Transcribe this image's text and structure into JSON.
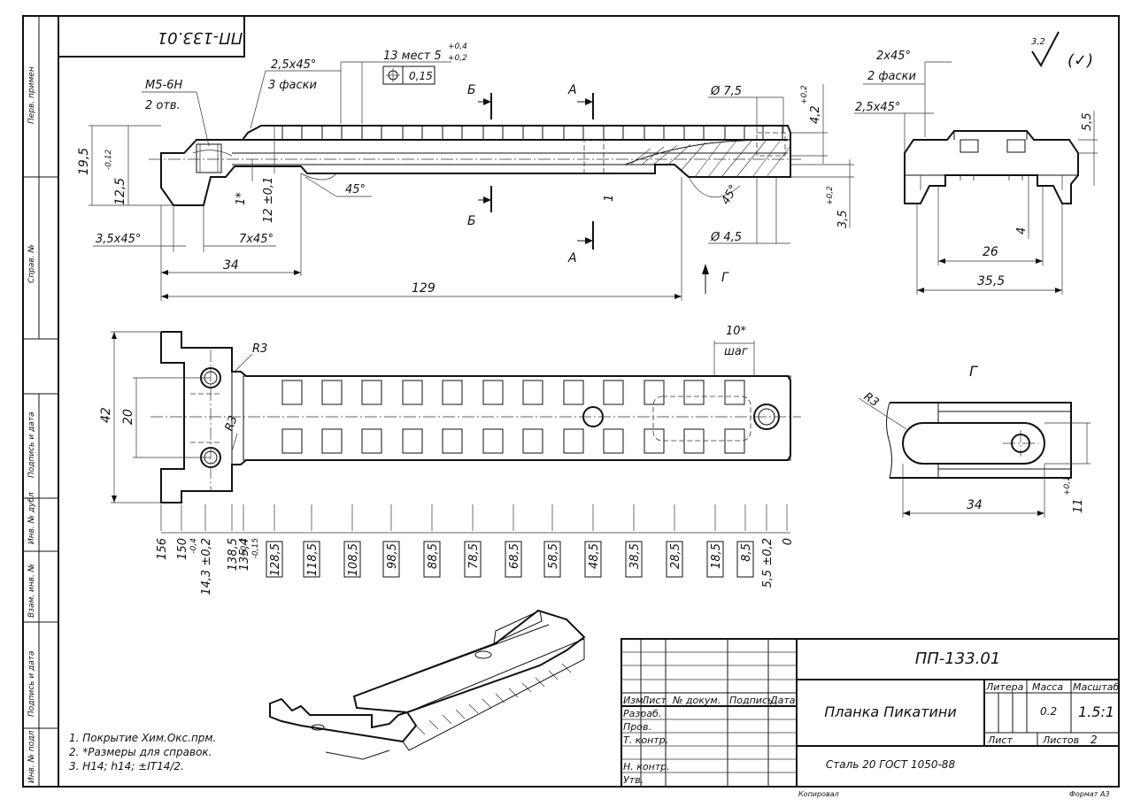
{
  "stamp_top": "ПП-133.01",
  "roughness": {
    "value": "3,2",
    "mark": "(✓)"
  },
  "side_strips": [
    "Перв. примен",
    "Справ. №",
    "Подпись и дата",
    "Инв. № дубл",
    "Взам. инв. №",
    "Подпись и дата",
    "Инв. № подл"
  ],
  "front_view": {
    "thread": "М5-6H",
    "thread_count": "2 отв.",
    "chamfer_a": "2,5x45°",
    "chamfer_a_count": "3 фаски",
    "places": "13 мест 5",
    "places_tol_up": "+0,4",
    "places_tol_dn": "+0,2",
    "position_tol": "0,15",
    "section_b": "Б",
    "section_a": "А",
    "d75": "Ø 7,5",
    "d45": "Ø 4,5",
    "dim_42": "4,2",
    "dim_42_tol": "+0,2",
    "dim_35": "3,5",
    "dim_35_tol": "+0,2",
    "dim_195": "19,5",
    "dim_125": "12,5",
    "dim_125_tol": "-0,12",
    "dim_1star": "1*",
    "dim_12": "12 ±0,1",
    "angle_45a": "45°",
    "angle_45b": "45°",
    "dim_1": "1",
    "ch_35": "3,5x45°",
    "ch_7": "7x45°",
    "dim_34": "34",
    "dim_129": "129",
    "view_g": "Г"
  },
  "side_view": {
    "ch_2x45": "2x45°",
    "ch_2x45_count": "2 фаски",
    "ch_25": "2,5x45°",
    "dim_55": "5,5",
    "dim_4": "4",
    "dim_26": "26",
    "dim_355": "35,5"
  },
  "top_view": {
    "r3a": "R3",
    "r3b": "R3",
    "dim_42": "42",
    "dim_20": "20",
    "pitch": "10*",
    "pitch_word": "шаг",
    "ordinates": [
      "156",
      "150",
      "14,3 ±0,2",
      "138,5",
      "135,4",
      "128,5",
      "118,5",
      "108,5",
      "98,5",
      "88,5",
      "78,5",
      "68,5",
      "58,5",
      "48,5",
      "38,5",
      "28,5",
      "18,5",
      "8,5",
      "5,5 ±0,2",
      "0"
    ],
    "ordinate_tols": {
      "150": "-0,4",
      "138,5": "+0,2",
      "135,4": "-0,15"
    }
  },
  "detail_g": {
    "title": "Г",
    "r3": "R3",
    "dim_34": "34",
    "dim_11": "11",
    "dim_11_tol": "+0,1"
  },
  "notes": [
    "1.  Покрытие Хим.Окс.прм.",
    "2.  *Размеры для справок.",
    "3.  H14; h14; ±IT14/2."
  ],
  "title_block": {
    "designation": "ПП-133.01",
    "name": "Планка Пикатини",
    "material": "Сталь 20 ГОСТ 1050-88",
    "col_izm": "Изм.",
    "col_list": "Лист",
    "col_doc": "№ докум.",
    "col_sign": "Подпись",
    "col_date": "Дата",
    "row_razrab": "Разраб.",
    "row_prov": "Пров.",
    "row_tkontr": "Т. контр.",
    "row_nkontr": "Н. контр.",
    "row_utv": "Утв.",
    "litera": "Литера",
    "massa": "Масса",
    "masshtab": "Масштаб",
    "mass_value": "0.2",
    "scale_value": "1.5:1",
    "list_label": "Лист",
    "listov_label": "Листов",
    "listov_value": "2",
    "kopiroval": "Копировал",
    "format": "Формат А3"
  }
}
